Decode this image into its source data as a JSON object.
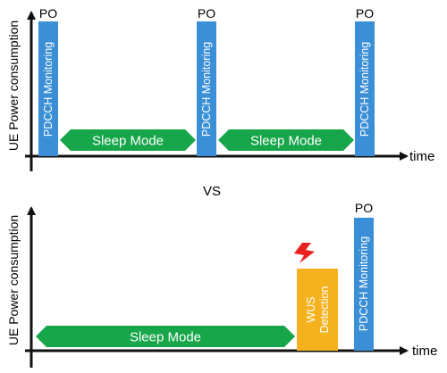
{
  "colors": {
    "axis": "#111111",
    "pdcch": "#3b8fd6",
    "sleep": "#17a64a",
    "wus": "#f5b21f",
    "lightning": "#e8231f",
    "text_dark": "#000000",
    "text_light": "#ffffff"
  },
  "top_diagram": {
    "y_axis_label": "UE Power consumption",
    "x_axis_label": "time",
    "po_labels": [
      "PO",
      "PO",
      "PO"
    ],
    "pdcch_labels": [
      "PDCCH Monitoring",
      "PDCCH Monitoring",
      "PDCCH Monitoring"
    ],
    "sleep_labels": [
      "Sleep Mode",
      "Sleep Mode"
    ]
  },
  "separator_label": "VS",
  "bottom_diagram": {
    "y_axis_label": "UE Power consumption",
    "x_axis_label": "time",
    "po_label": "PO",
    "pdcch_label": "PDCCH Monitoring",
    "sleep_label": "Sleep Mode",
    "wus_label_line1": "WUS",
    "wus_label_line2": "Detection",
    "icon": "lightning-icon"
  }
}
